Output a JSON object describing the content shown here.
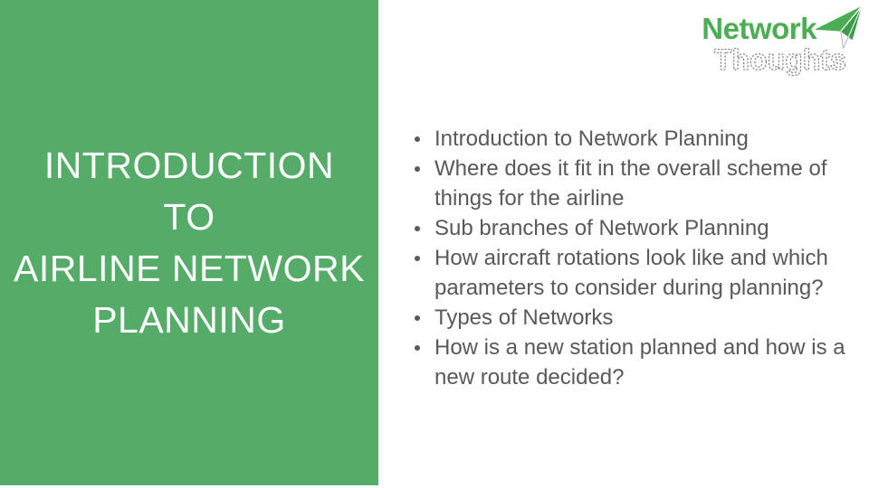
{
  "title": {
    "lines": [
      "INTRODUCTION",
      "TO",
      "AIRLINE NETWORK",
      "PLANNING"
    ]
  },
  "logo": {
    "brand_top": "Network",
    "brand_bottom": "Thoughts",
    "plane_icon": "paper-plane-icon"
  },
  "agenda": {
    "items": [
      "Introduction to Network Planning",
      "Where does it fit in the overall scheme of things for the airline",
      "Sub branches of Network Planning",
      "How aircraft rotations look like and which parameters to consider during planning?",
      "Types of Networks",
      "How is a new station planned and how is a new route decided?"
    ]
  },
  "colors": {
    "panel_green": "#55ab68",
    "logo_green": "#4cae52",
    "body_text_gray": "#595959",
    "thoughts_gray": "#8c8c8c",
    "title_white": "#ffffff"
  }
}
